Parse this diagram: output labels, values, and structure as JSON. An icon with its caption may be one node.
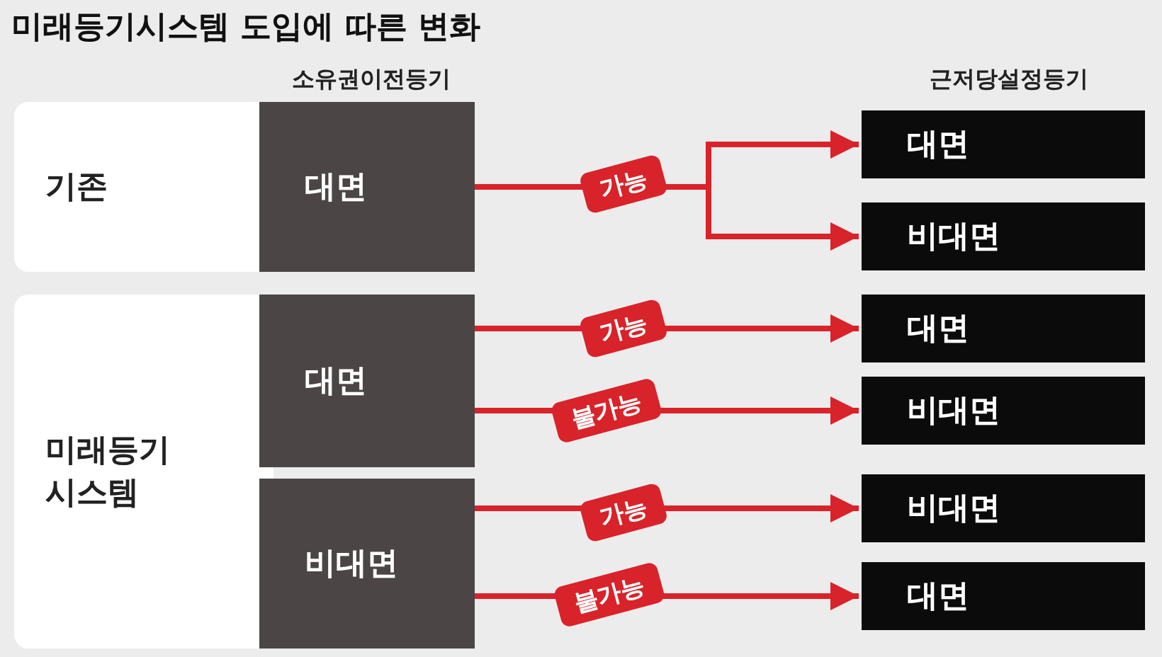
{
  "diagram": {
    "title": "미래등기시스템 도입에 따른 변화",
    "nodes": [
      {
        "text": [
          "기존"
        ]
      },
      {
        "text": [
          "대면"
        ]
      },
      {
        "text": [
          "대면"
        ]
      },
      {
        "text": [
          "비대면"
        ]
      },
      {
        "text": [
          "미래등기 시스템"
        ]
      },
      {
        "text": [
          "대면"
        ]
      },
      {
        "text": [
          "비대면"
        ]
      },
      {
        "text": [
          "대면"
        ]
      },
      {
        "text": [
          "비대면"
        ]
      },
      {
        "text": [
          "비대면"
        ]
      },
      {
        "text": [
          "대면"
        ]
      }
    ],
    "edges": [
      {
        "from": 1,
        "to": 2,
        "arrow": "to",
        "label": "가능",
        "color": "#d8232a"
      },
      {
        "from": 1,
        "to": 3,
        "arrow": "to",
        "color": "#d8232a"
      },
      {
        "from": 5,
        "to": 7,
        "arrow": "to",
        "label": "가능",
        "color": "#d8232a"
      },
      {
        "from": 5,
        "to": 8,
        "arrow": "to",
        "label": "불가능",
        "color": "#d8232a"
      },
      {
        "from": 6,
        "to": 9,
        "arrow": "to",
        "label": "가능",
        "color": "#d8232a"
      },
      {
        "from": 6,
        "to": 10,
        "arrow": "to",
        "label": "불가능",
        "color": "#d8232a"
      }
    ],
    "labels": [
      "소유권이전등기",
      "근저당설정등기"
    ]
  }
}
